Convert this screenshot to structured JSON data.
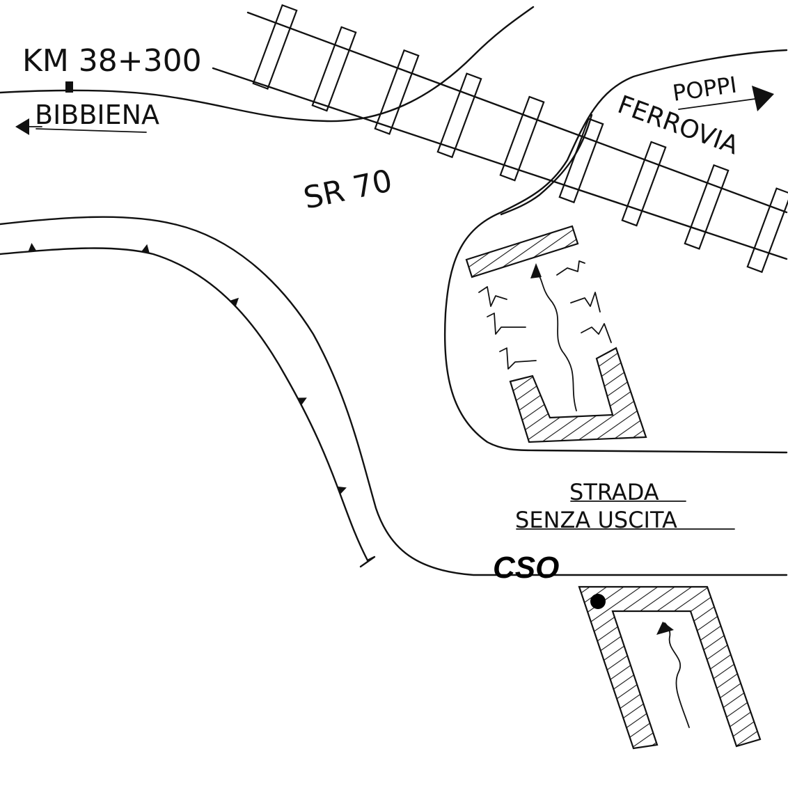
{
  "labels": {
    "km": "KM 38+300",
    "bibbiena": "BIBBIENA",
    "poppi": "POPPI",
    "ferrovia": "FERROVIA",
    "sr70": "SR 70",
    "strada_line1": "STRADA",
    "strada_line2": "SENZA USCITA",
    "cso": "CSO"
  },
  "colors": {
    "ink": "#111111",
    "hatch": "#111111",
    "background": "#ffffff"
  },
  "icons": {
    "direction_left": "arrow-left-icon",
    "direction_right": "arrow-right-icon",
    "cso_marker": "filled-dot-icon"
  }
}
